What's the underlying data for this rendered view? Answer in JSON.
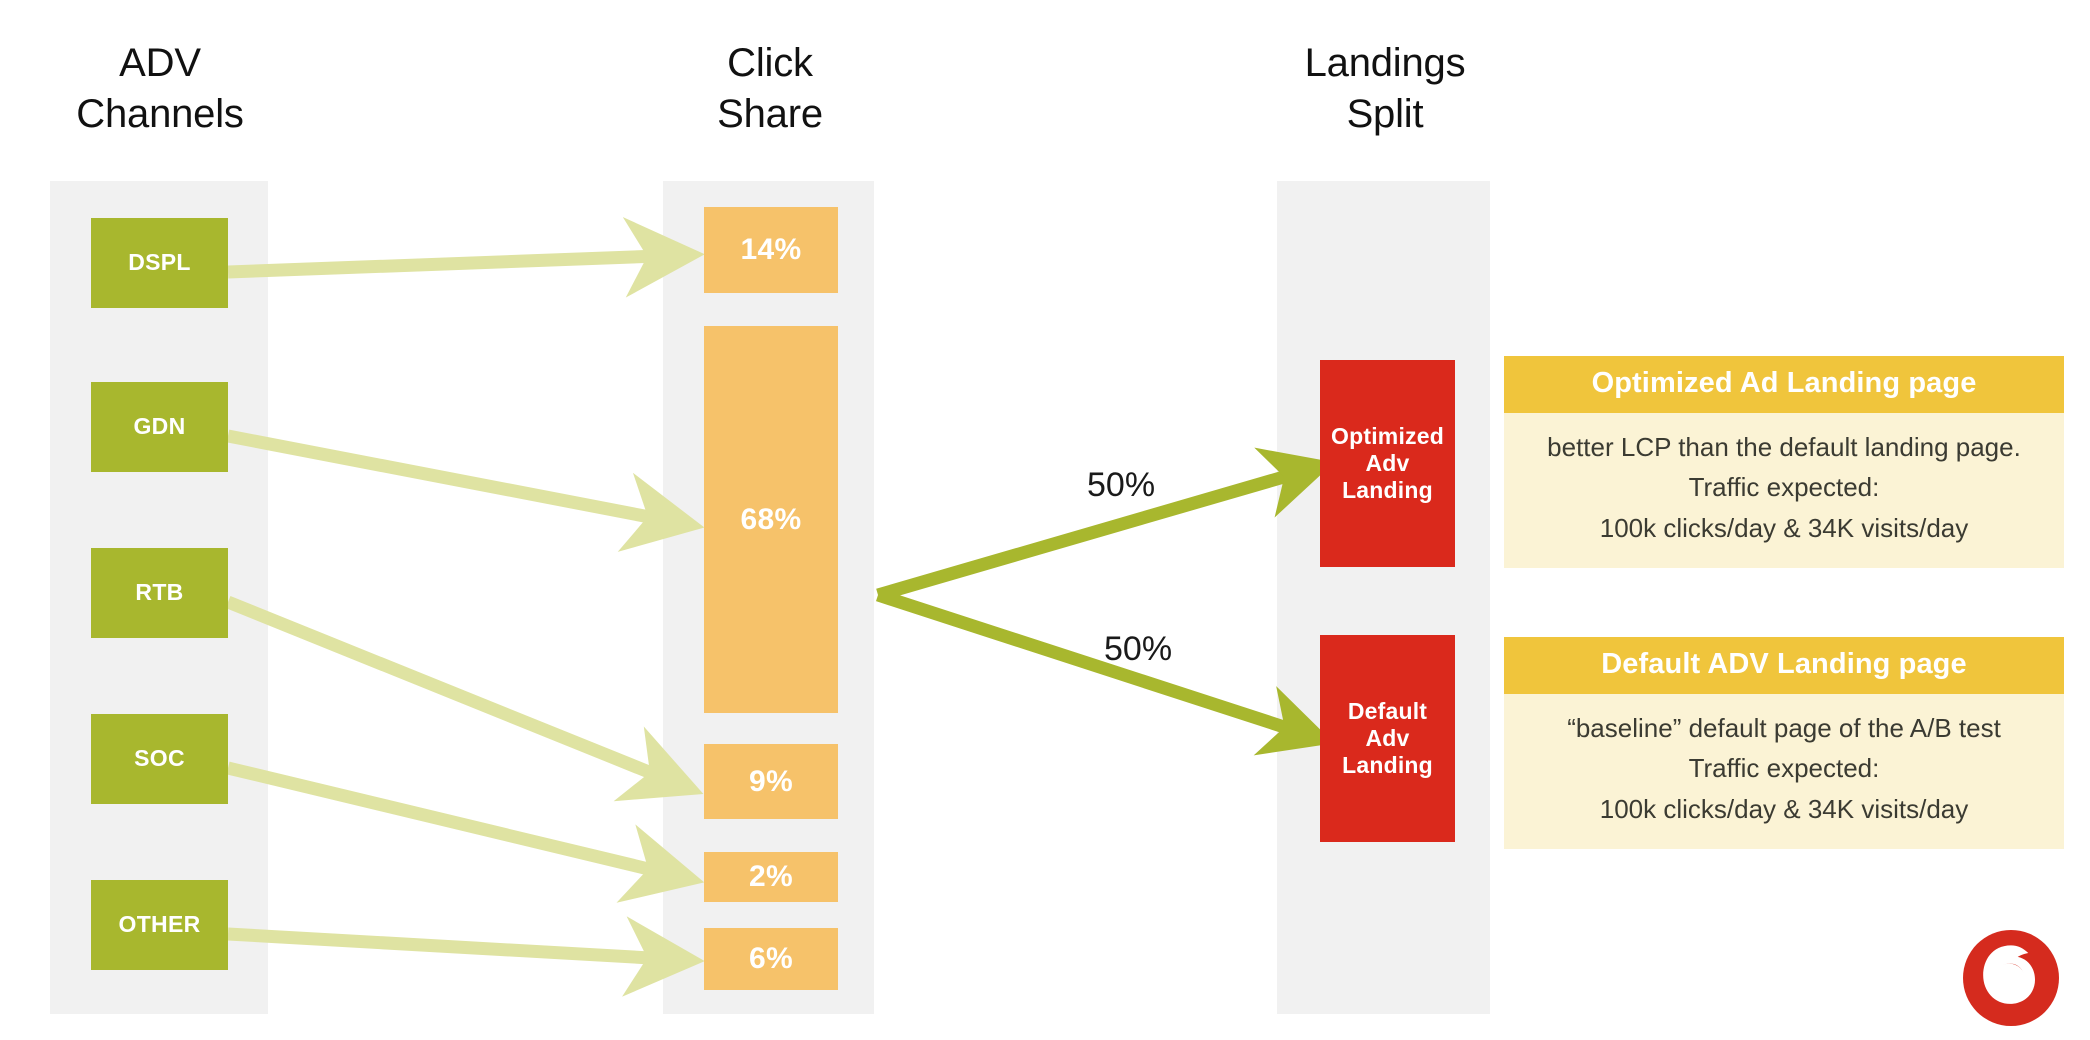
{
  "columns": [
    {
      "id": "adv-channels",
      "title": "ADV\nChannels"
    },
    {
      "id": "click-share",
      "title": "Click\nShare"
    },
    {
      "id": "landings-split",
      "title": "Landings\nSplit"
    }
  ],
  "channels": [
    {
      "label": "DSPL"
    },
    {
      "label": "GDN"
    },
    {
      "label": "RTB"
    },
    {
      "label": "SOC"
    },
    {
      "label": "OTHER"
    }
  ],
  "click_share": [
    {
      "label": "14%",
      "value": 14
    },
    {
      "label": "68%",
      "value": 68
    },
    {
      "label": "9%",
      "value": 9
    },
    {
      "label": "2%",
      "value": 2
    },
    {
      "label": "6%",
      "value": 6
    }
  ],
  "split": {
    "top_label": "50%",
    "bottom_label": "50%"
  },
  "landings": [
    {
      "label": "Optimized\nAdv\nLanding"
    },
    {
      "label": "Default\nAdv\nLanding"
    }
  ],
  "cards": [
    {
      "title": "Optimized Ad Landing page",
      "lines": [
        "better LCP than the default landing page.",
        "Traffic expected:",
        "100k clicks/day  & 34K visits/day"
      ]
    },
    {
      "title": "Default ADV Landing page",
      "lines": [
        "“baseline” default page of the A/B test",
        "Traffic expected:",
        "100k clicks/day  & 34K visits/day"
      ]
    }
  ],
  "logo": {
    "name": "vodafone-logo"
  },
  "colors": {
    "channel_green": "#a8b72e",
    "share_orange": "#f6c26a",
    "landing_red": "#da291c",
    "arrow_pale": "#dfe3a2",
    "arrow_olive": "#a8b72e",
    "band_grey": "#f1f1f1",
    "card_header": "#f0c53c",
    "card_body": "#fbf3d5",
    "logo_red": "#d52b1e"
  },
  "chart_data": {
    "type": "bar",
    "title": "ADV Channels → Click Share → Landings Split",
    "categories": [
      "DSPL",
      "GDN",
      "RTB",
      "SOC",
      "OTHER"
    ],
    "values": [
      14,
      68,
      9,
      2,
      6
    ],
    "xlabel": "ADV Channels",
    "ylabel": "Click Share",
    "ylim": [
      0,
      100
    ],
    "annotations": [
      "50%",
      "50%"
    ],
    "legend": []
  }
}
